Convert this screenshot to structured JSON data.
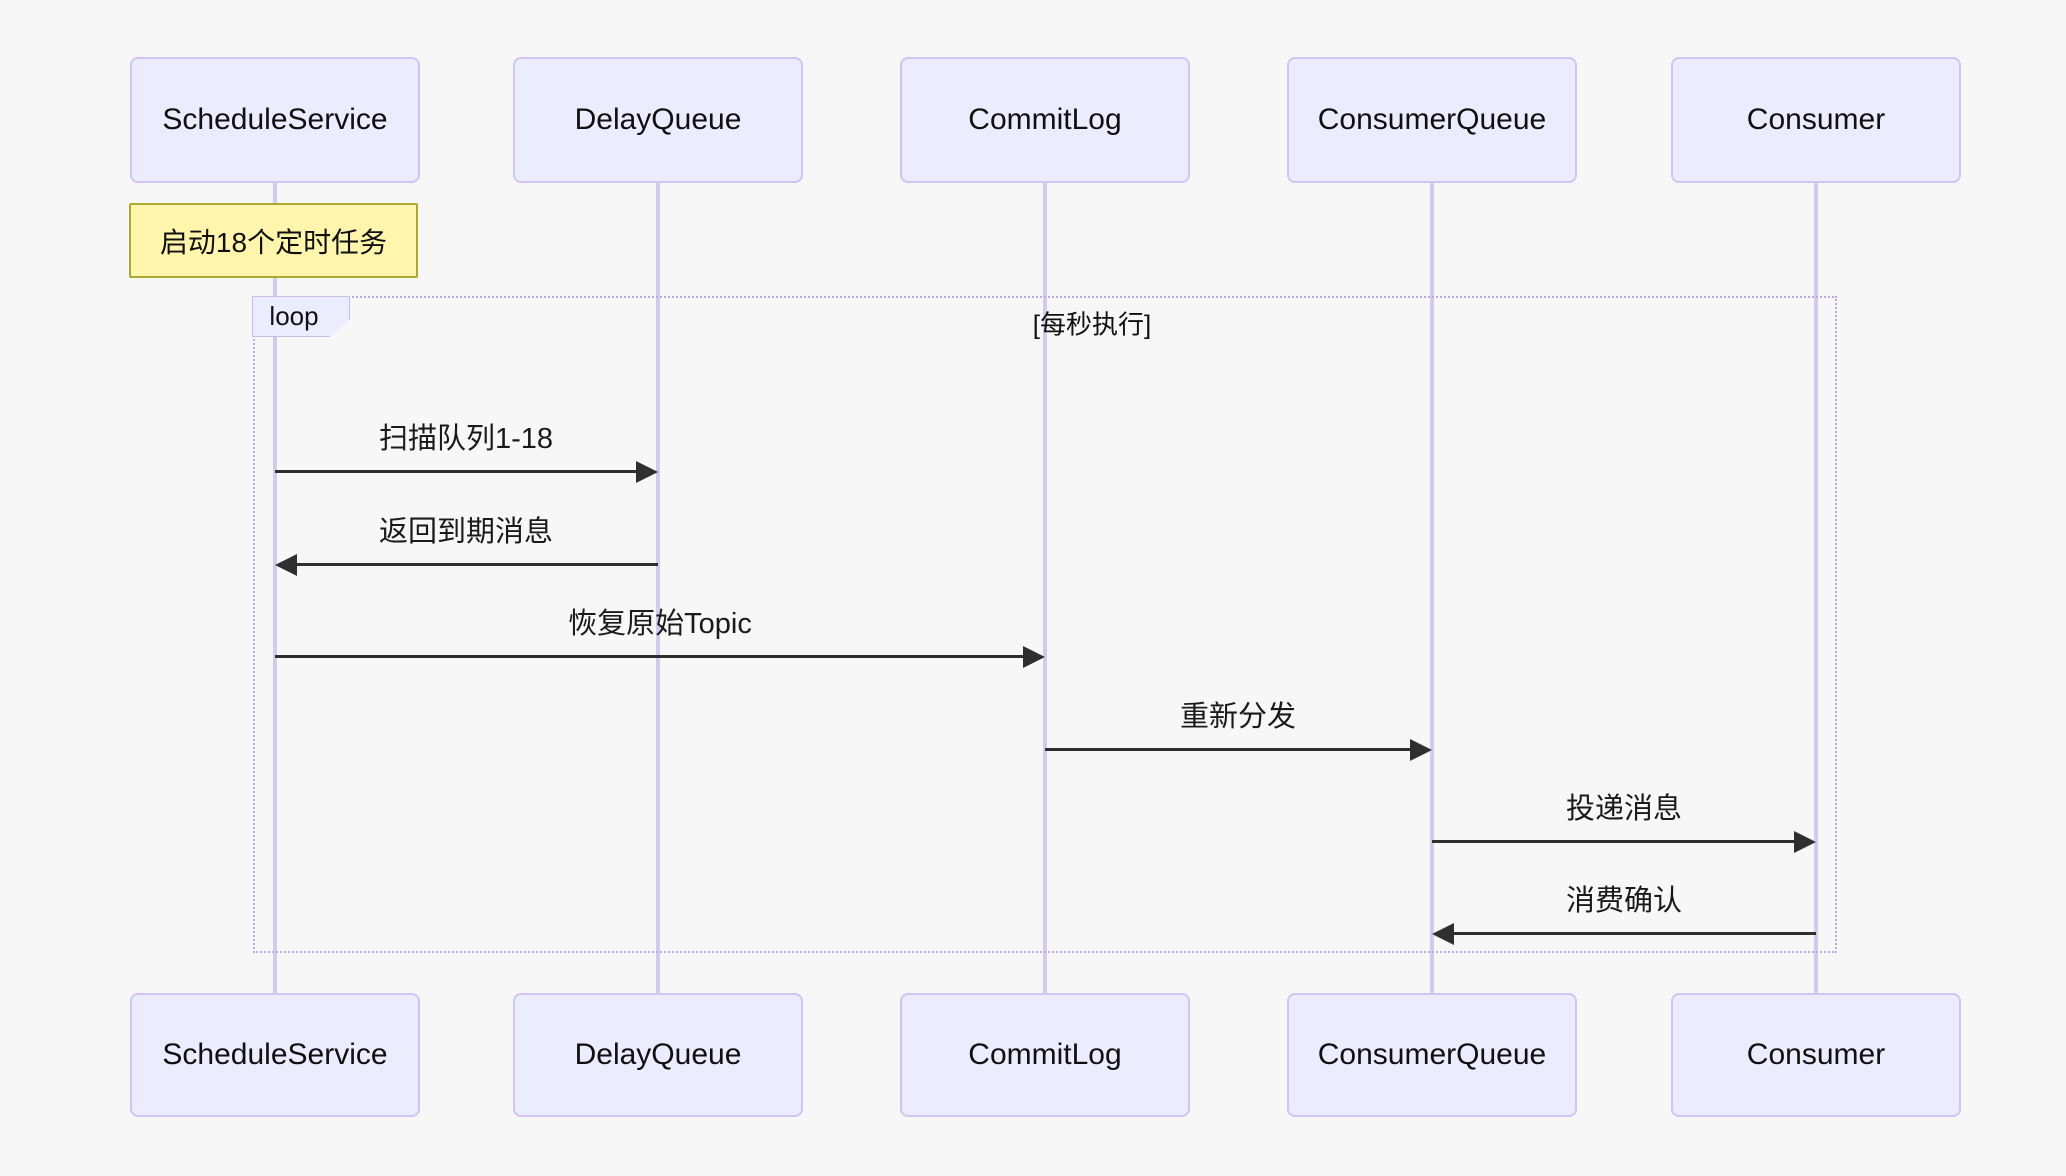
{
  "diagram_type": "sequence-diagram",
  "participants": [
    {
      "name": "ScheduleService"
    },
    {
      "name": "DelayQueue"
    },
    {
      "name": "CommitLog"
    },
    {
      "name": "ConsumerQueue"
    },
    {
      "name": "Consumer"
    }
  ],
  "note": {
    "attached_to": "ScheduleService",
    "text": "启动18个定时任务"
  },
  "loop": {
    "label": "loop",
    "condition": "[每秒执行]"
  },
  "messages": [
    {
      "from": "ScheduleService",
      "to": "DelayQueue",
      "text": "扫描队列1-18",
      "style": "solid-arrow"
    },
    {
      "from": "DelayQueue",
      "to": "ScheduleService",
      "text": "返回到期消息",
      "style": "solid-arrow"
    },
    {
      "from": "ScheduleService",
      "to": "CommitLog",
      "text": "恢复原始Topic",
      "style": "solid-arrow"
    },
    {
      "from": "CommitLog",
      "to": "ConsumerQueue",
      "text": "重新分发",
      "style": "solid-arrow"
    },
    {
      "from": "ConsumerQueue",
      "to": "Consumer",
      "text": "投递消息",
      "style": "solid-arrow"
    },
    {
      "from": "Consumer",
      "to": "ConsumerQueue",
      "text": "消费确认",
      "style": "solid-arrow"
    }
  ],
  "colors": {
    "background": "#f7f7f8",
    "actor_fill": "#ececff",
    "actor_border": "#cfc5ee",
    "lifeline": "#d2cbec",
    "note_fill": "#fff5ad",
    "note_border": "#aaaa33",
    "loop_border": "#b9aade",
    "arrow": "#2f2f2f",
    "text": "#101010"
  }
}
